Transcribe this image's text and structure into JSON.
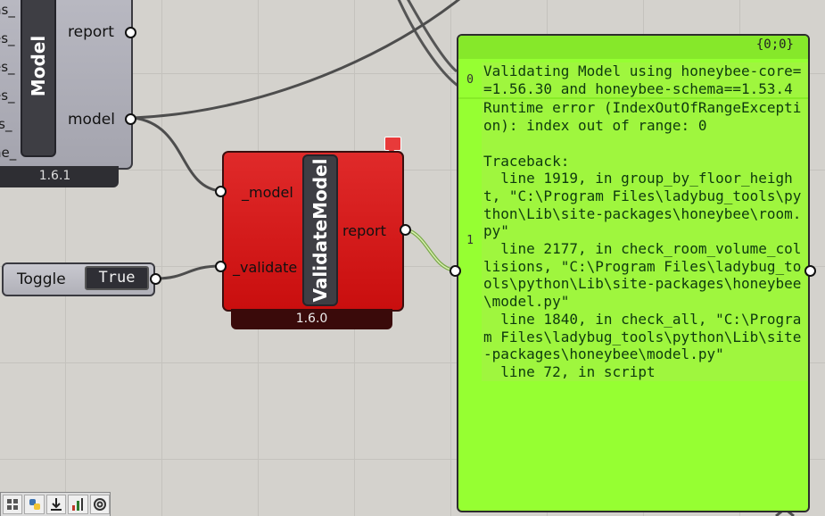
{
  "model_component": {
    "nickname": "Model",
    "inputs": [
      "ns_",
      "es_",
      "es_",
      "es_",
      "rs_",
      "ne_"
    ],
    "outputs": [
      "report",
      "model"
    ],
    "version": "1.6.1"
  },
  "validate_component": {
    "nickname": "ValidateModel",
    "inputs": [
      "_model",
      "_validate"
    ],
    "outputs": [
      "report"
    ],
    "version": "1.6.0"
  },
  "toggle": {
    "label": "Toggle",
    "value": "True"
  },
  "panel": {
    "path": "{0;0}",
    "items": [
      {
        "index": "0",
        "text": "Validating Model using honeybee-core==1.56.30 and honeybee-schema==1.53.4"
      },
      {
        "index": "1",
        "text": "Runtime error (IndexOutOfRangeException): index out of range: 0\n\nTraceback:\n  line 1919, in group_by_floor_height, \"C:\\Program Files\\ladybug_tools\\python\\Lib\\site-packages\\honeybee\\room.py\"\n  line 2177, in check_room_volume_collisions, \"C:\\Program Files\\ladybug_tools\\python\\Lib\\site-packages\\honeybee\\model.py\"\n  line 1840, in check_all, \"C:\\Program Files\\ladybug_tools\\python\\Lib\\site-packages\\honeybee\\model.py\"\n  line 72, in script"
      }
    ]
  },
  "toolbar": {
    "buttons": [
      "grid-icon",
      "python-icon",
      "download-icon",
      "chart-icon",
      "spiral-icon"
    ]
  },
  "colors": {
    "canvas": "#d4d2cd",
    "component_red": "#d41a1a",
    "panel_green": "#96ff32",
    "wire": "#4a4a4a"
  }
}
